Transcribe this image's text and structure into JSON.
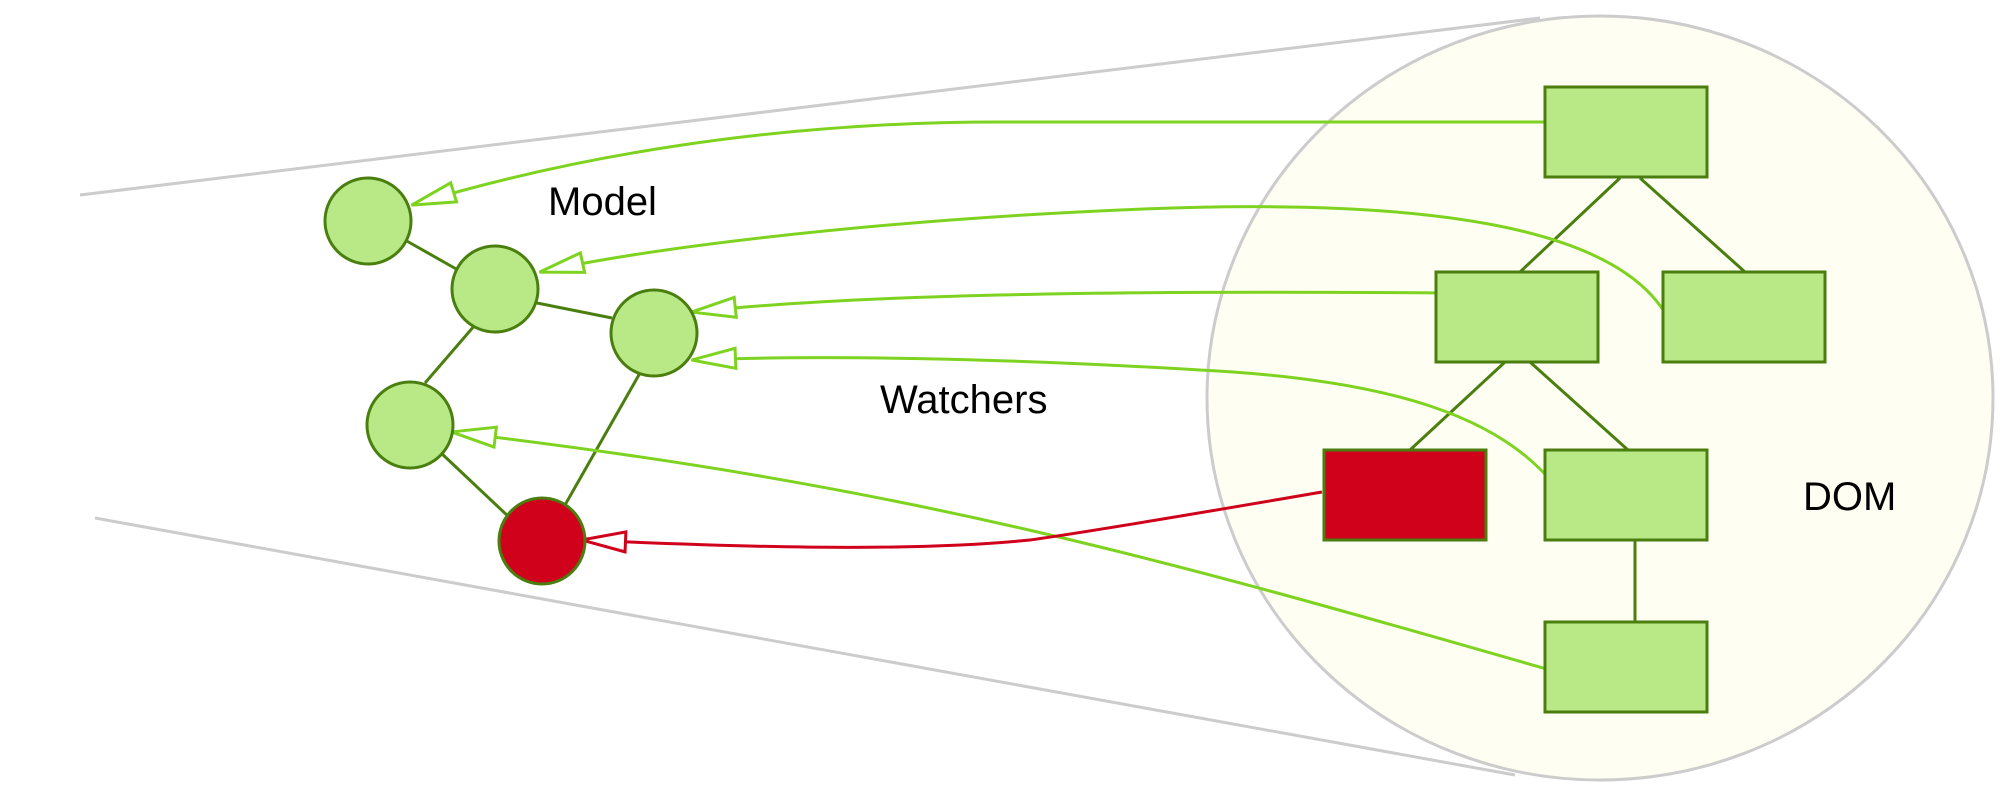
{
  "labels": {
    "model": "Model",
    "watchers": "Watchers",
    "dom": "DOM"
  },
  "colors": {
    "node_fill": "#b9e986",
    "node_stroke": "#4a7f10",
    "alert_fill": "#d0021b",
    "watcher_line": "#7ed321",
    "alert_line": "#d0021b",
    "dom_region_fill": "#fefef2",
    "outline_gray": "#cccccc"
  }
}
